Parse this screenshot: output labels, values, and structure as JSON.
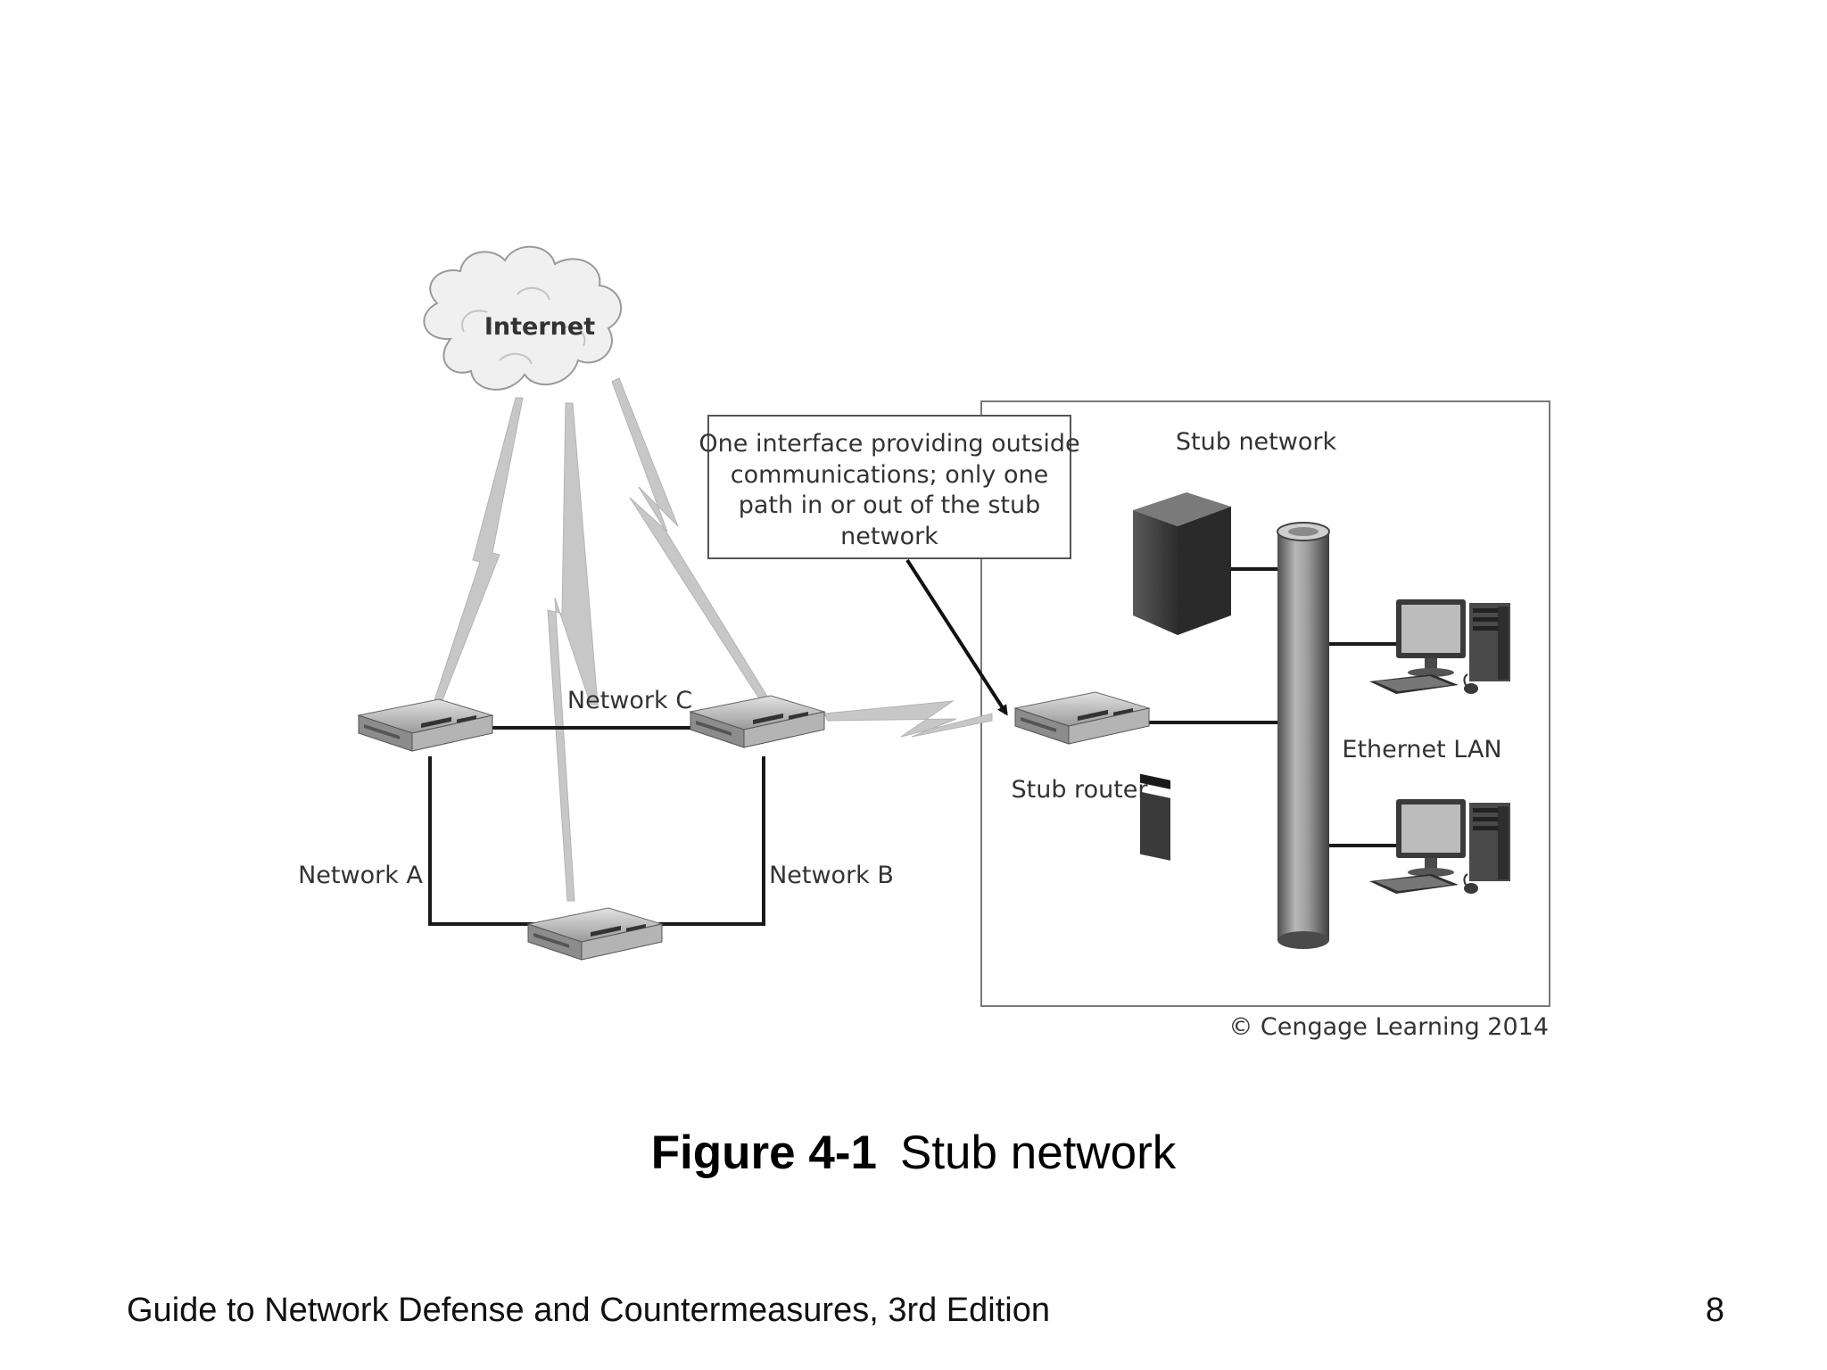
{
  "diagram": {
    "labels": {
      "internet": "Internet",
      "network_a": "Network A",
      "network_b": "Network B",
      "network_c": "Network C",
      "stub_network": "Stub network",
      "stub_router": "Stub router",
      "ethernet_lan": "Ethernet LAN",
      "callout_line1": "One interface providing outside",
      "callout_line2": "communications; only one",
      "callout_line3": "path in or out of the stub",
      "callout_line4": "network",
      "copyright": "© Cengage Learning 2014"
    },
    "nodes": [
      "Internet",
      "Router A/C",
      "Router C/B",
      "Router A/B",
      "Stub router",
      "Server",
      "Workstation 1",
      "Workstation 2",
      "Ethernet LAN backbone"
    ],
    "edges": [
      {
        "from": "Internet",
        "to": "Router A/C",
        "type": "wireless"
      },
      {
        "from": "Internet",
        "to": "Router A/B",
        "type": "wireless"
      },
      {
        "from": "Internet",
        "to": "Router C/B",
        "type": "wireless"
      },
      {
        "from": "Router C/B",
        "to": "Stub router",
        "type": "wireless"
      },
      {
        "from": "Router A/C",
        "to": "Router C/B",
        "type": "wired",
        "label": "Network C"
      },
      {
        "from": "Router A/C",
        "to": "Router A/B",
        "type": "wired",
        "label": "Network A"
      },
      {
        "from": "Router C/B",
        "to": "Router A/B",
        "type": "wired",
        "label": "Network B"
      },
      {
        "from": "Stub router",
        "to": "Ethernet LAN backbone",
        "type": "wired"
      },
      {
        "from": "Server",
        "to": "Ethernet LAN backbone",
        "type": "wired"
      },
      {
        "from": "Workstation 1",
        "to": "Ethernet LAN backbone",
        "type": "wired"
      },
      {
        "from": "Workstation 2",
        "to": "Ethernet LAN backbone",
        "type": "wired"
      }
    ]
  },
  "caption": {
    "number": "Figure 4-1",
    "text": "Stub network"
  },
  "footer": {
    "book_title": "Guide to Network Defense and Countermeasures, 3rd Edition",
    "page_number": "8"
  }
}
